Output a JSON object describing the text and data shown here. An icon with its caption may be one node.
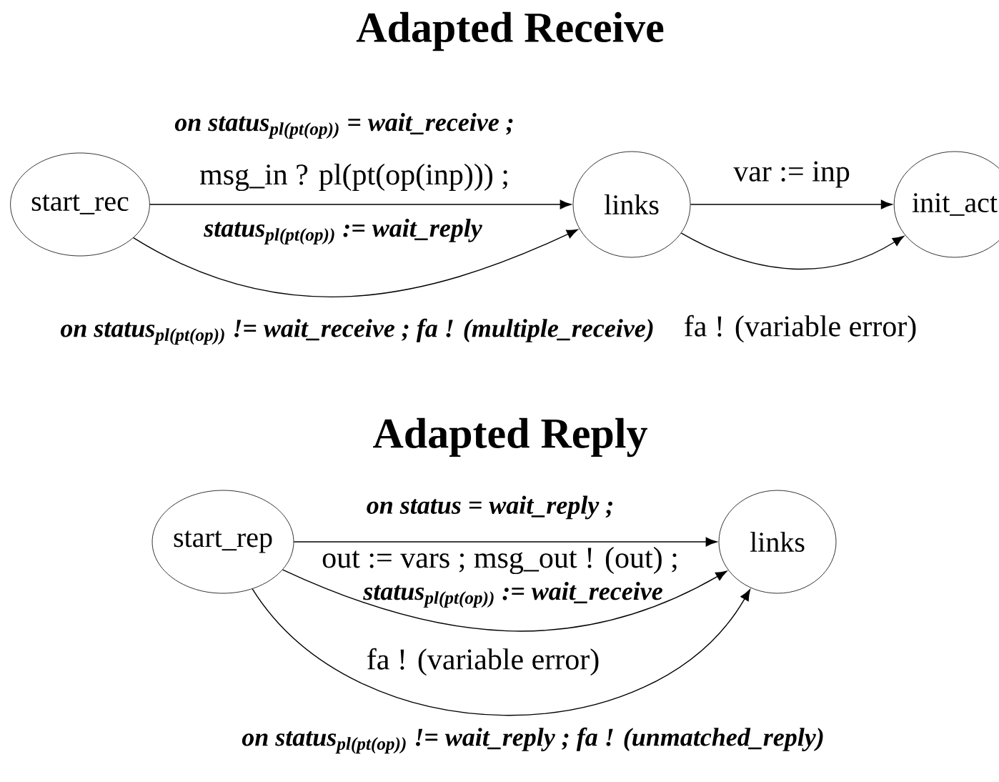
{
  "diagram": {
    "title": "Adapted Receive",
    "nodes": [
      {
        "text": [
          "start_rec"
        ]
      },
      {
        "text": [
          "links"
        ]
      },
      {
        "text": [
          "init_act"
        ]
      },
      {
        "text": [
          "start_rep"
        ]
      },
      {
        "text": [
          "links"
        ]
      }
    ],
    "edges": [
      {
        "from": 0,
        "to": 1,
        "arrow": "to",
        "label": "msg_in ? pl(pt(op(inp))) ;"
      },
      {
        "from": 0,
        "to": 1,
        "arrow": "to",
        "label": "on status$_{pl(pt(op))}$ != wait_receive ; fa ! (multiple_receive)"
      },
      {
        "from": 1,
        "to": 2,
        "arrow": "to",
        "label": "var := inp"
      },
      {
        "from": 1,
        "to": 2,
        "arrow": "to",
        "label": "fa ! (variable error)"
      },
      {
        "from": 3,
        "to": 4,
        "arrow": "to",
        "label": "on status = wait_reply ;"
      },
      {
        "from": 3,
        "to": 4,
        "arrow": "to",
        "label": "fa ! (variable error)"
      },
      {
        "from": 3,
        "to": 4,
        "arrow": "to",
        "label": "on status$_{pl(pt(op))}$ != wait_reply ; fa ! (unmatched_reply)"
      }
    ],
    "labels": [
      "on status$_{pl(pt(op))}$ = wait_receive ;",
      "status$_{pl(pt(op))}$ := wait_reply",
      "Adapted Reply",
      "out := vars ; msg_out ! (out) ;",
      "status$_{pl(pt(op))}$ := wait_receive"
    ]
  }
}
